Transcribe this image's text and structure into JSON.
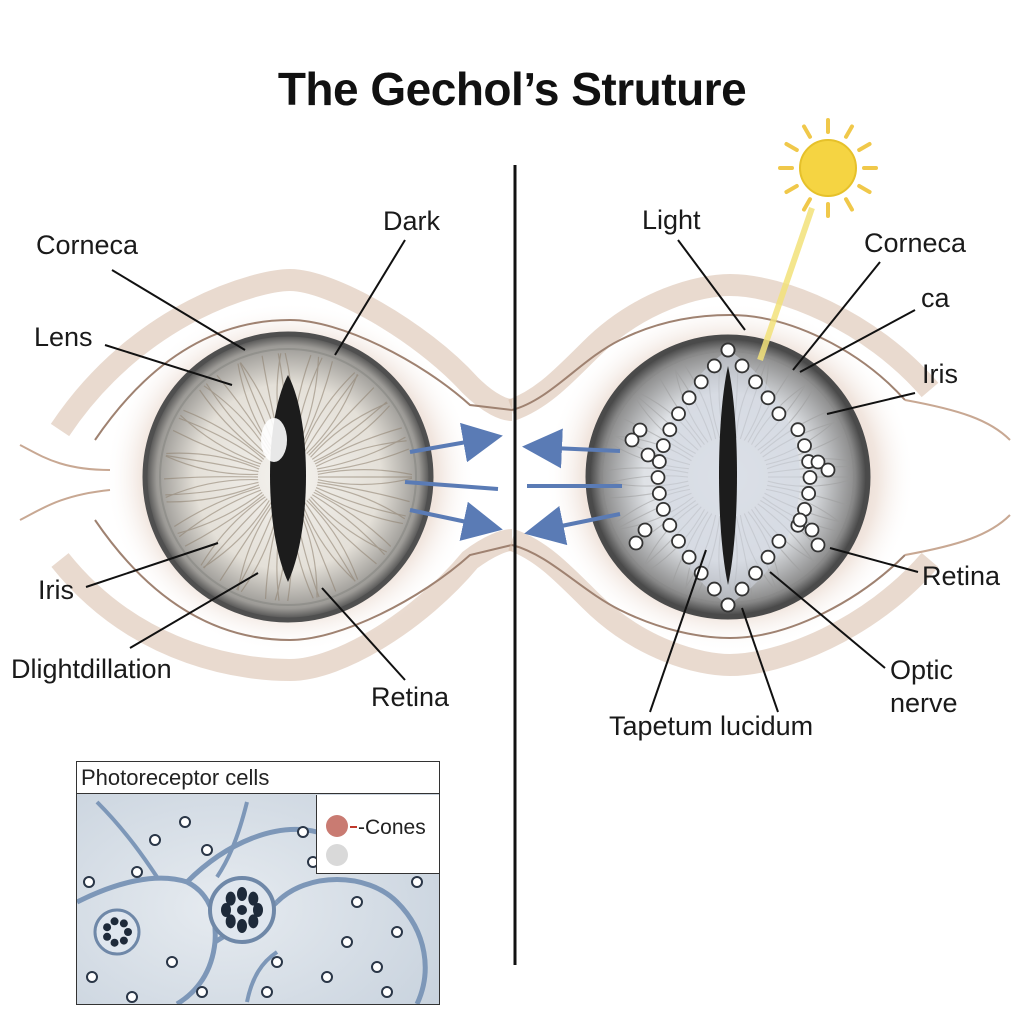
{
  "title": "The Gechol’s Struture",
  "left_labels": {
    "corneca": "Corneca",
    "dark": "Dark",
    "lens": "Lens",
    "iris": "Iris",
    "dlightdillation": "Dlightdillation",
    "retina": "Retina"
  },
  "right_labels": {
    "light": "Light",
    "corneca": "Corneca",
    "ca": "ca",
    "iris": "Iris",
    "retina": "Retina",
    "optic_nerve": "Optic nerve",
    "tapetum": "Tapetum lucidum"
  },
  "inset": {
    "title": "Photoreceptor cells",
    "legend_cones": "-Cones"
  },
  "colors": {
    "arrow": "#5a7bb5",
    "sun": "#f5d442",
    "light_beam": "#f3e27a",
    "skin": "#b98a74",
    "eye_ring": "#555555"
  }
}
